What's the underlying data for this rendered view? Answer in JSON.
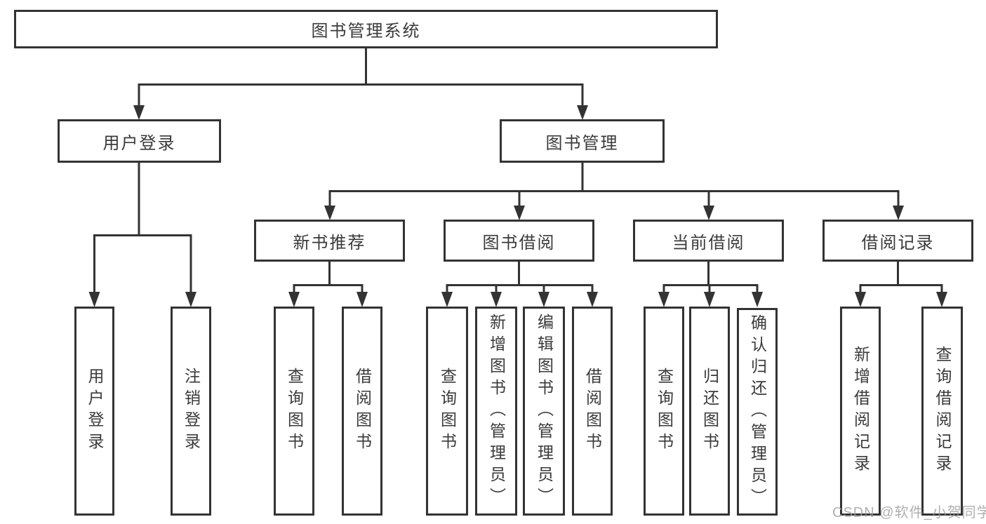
{
  "tree": {
    "label": "图书管理系统",
    "children": [
      {
        "label": "用户登录",
        "children": [
          {
            "label": "用户登录"
          },
          {
            "label": "注销登录"
          }
        ]
      },
      {
        "label": "图书管理",
        "children": [
          {
            "label": "新书推荐",
            "children": [
              {
                "label": "查询图书"
              },
              {
                "label": "借阅图书"
              }
            ]
          },
          {
            "label": "图书借阅",
            "children": [
              {
                "label": "查询图书"
              },
              {
                "label": "新增图书（管理员）"
              },
              {
                "label": "编辑图书（管理员）"
              },
              {
                "label": "借阅图书"
              }
            ]
          },
          {
            "label": "当前借阅",
            "children": [
              {
                "label": "查询图书"
              },
              {
                "label": "归还图书"
              },
              {
                "label": "确认归还（管理员）"
              }
            ]
          },
          {
            "label": "借阅记录",
            "children": [
              {
                "label": "新增借阅记录"
              },
              {
                "label": "查询借阅记录"
              }
            ]
          }
        ]
      }
    ]
  },
  "watermark": {
    "text": "CSDN @软件_小贺同学"
  },
  "colors": {
    "line": "#333333",
    "text": "#3a3a3a",
    "background": "#ffffff",
    "watermark": "#9b9b9b"
  }
}
